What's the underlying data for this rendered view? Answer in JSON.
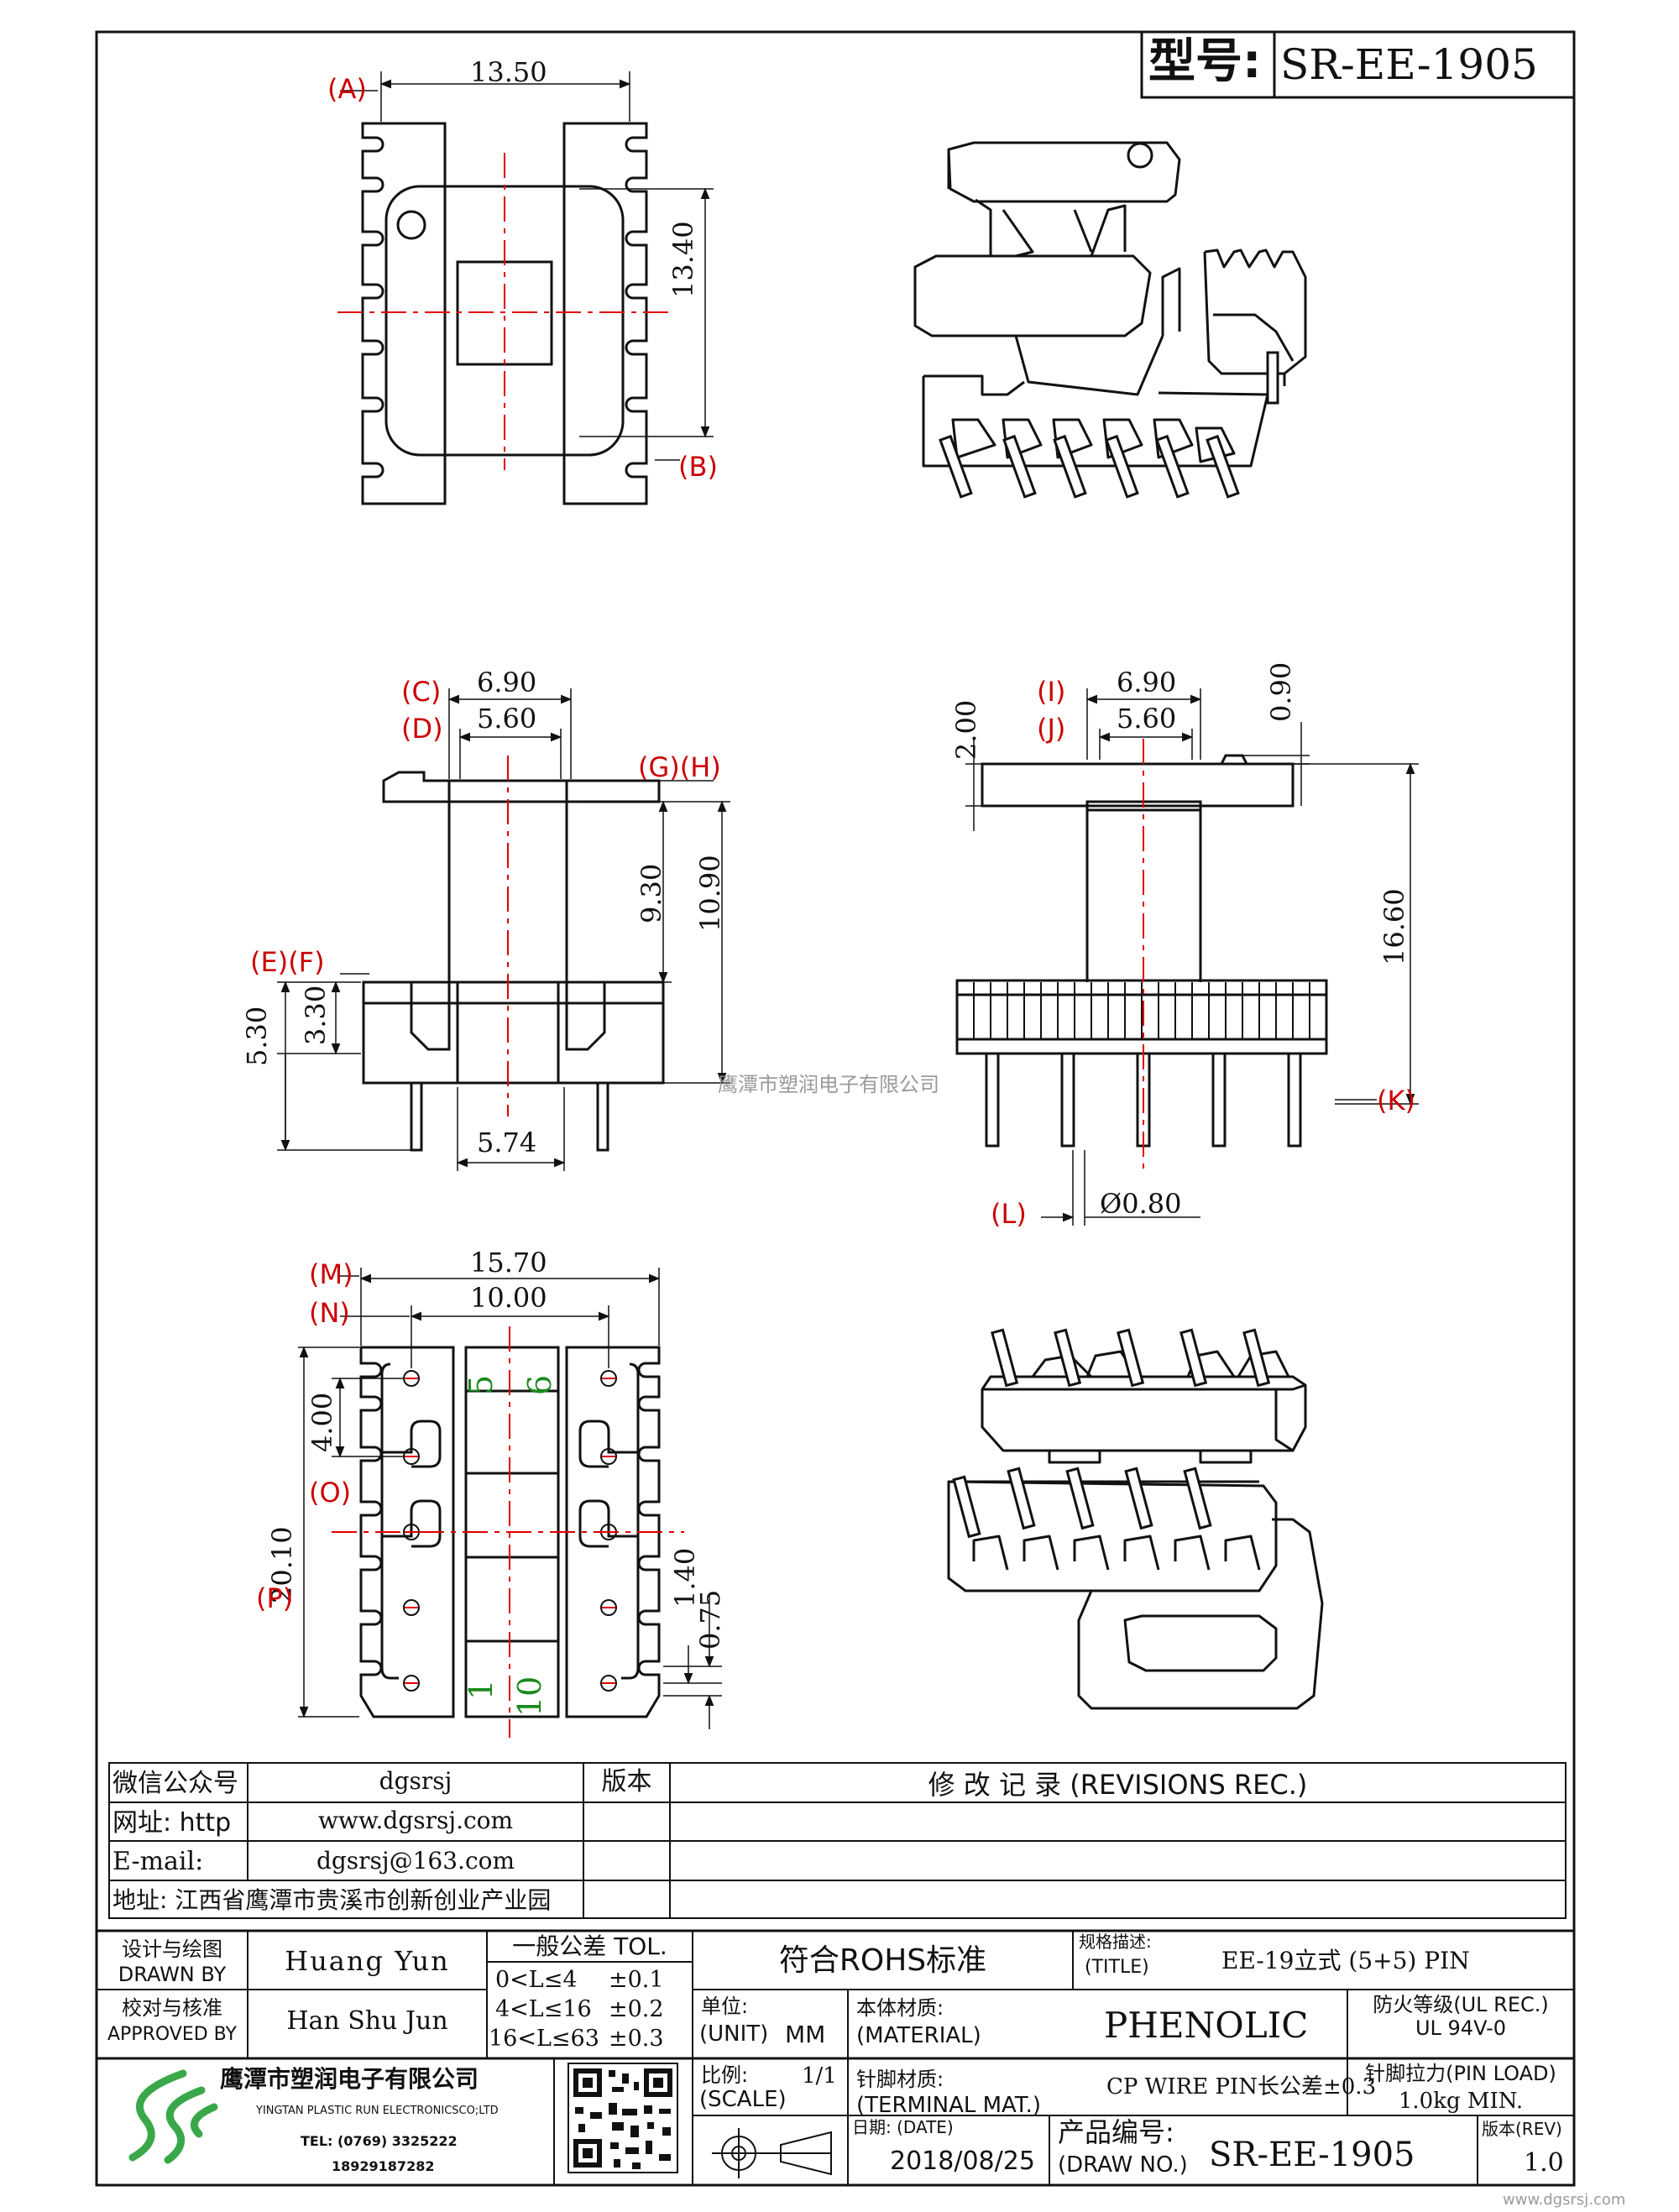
{
  "header": {
    "model_label": "型号:",
    "model_code": "SR-EE-1905"
  },
  "dims": {
    "top": {
      "width": "13.50",
      "height": "13.40",
      "A": "(A)",
      "B": "(B)"
    },
    "front": {
      "C": "(C)",
      "D": "(D)",
      "GH": "(G)(H)",
      "EF": "(E)(F)",
      "d690": "6.90",
      "d560": "5.60",
      "d930": "9.30",
      "d1090": "10.90",
      "d530": "5.30",
      "d330": "3.30",
      "d574": "5.74"
    },
    "side": {
      "I": "(I)",
      "J": "(J)",
      "K": "(K)",
      "L": "(L)",
      "d690": "6.90",
      "d560": "5.60",
      "d200": "2.00",
      "d090": "0.90",
      "d1660": "16.60",
      "pin": "Ø0.80"
    },
    "bottom": {
      "M": "(M)",
      "N": "(N)",
      "O": "(O)",
      "P": "(P)",
      "d1570": "15.70",
      "d1000": "10.00",
      "d400": "4.00",
      "d2010": "20.10",
      "d140": "1.40",
      "d075": "0.75",
      "pin5": "5",
      "pin6": "6",
      "pin1": "1",
      "pin10": "10"
    }
  },
  "watermark": "鹰潭市塑润电子有限公司",
  "info": {
    "wechat_label": "微信公众号",
    "wechat_value": "dgsrsj",
    "web_label": "网址: http",
    "web_value": "www.dgsrsj.com",
    "email_label": "E-mail:",
    "email_value": "dgsrsj@163.com",
    "address": "地址: 江西省鹰潭市贵溪市创新创业产业园",
    "version_label": "版本",
    "revisions_title": "修 改 记 录 (REVISIONS REC.)"
  },
  "title_block": {
    "drawn_cn": "设计与绘图",
    "drawn_en": "DRAWN BY",
    "drawn_name": "Huang Yun",
    "approved_cn": "校对与核准",
    "approved_en": "APPROVED BY",
    "approved_name": "Han Shu Jun",
    "tol_title": "一般公差 TOL.",
    "tol_rows": [
      {
        "range": "0<L≤4",
        "value": "±0.1"
      },
      {
        "range": "4<L≤16",
        "value": "±0.2"
      },
      {
        "range": "16<L≤63",
        "value": "±0.3"
      }
    ],
    "rohs": "符合ROHS标准",
    "title_label_cn": "规格描述:",
    "title_label_en": "(TITLE)",
    "title_value": "EE-19立式 (5+5) PIN",
    "unit_label_cn": "单位:",
    "unit_label_en": "(UNIT)",
    "unit_value": "MM",
    "material_label_cn": "本体材质:",
    "material_label_en": "(MATERIAL)",
    "material_value": "PHENOLIC",
    "fire_label": "防火等级(UL REC.)",
    "fire_value": "UL 94V-0",
    "scale_label_cn": "比例:",
    "scale_label_en": "(SCALE)",
    "scale_value": "1/1",
    "terminal_label_cn": "针脚材质:",
    "terminal_label_en": "(TERMINAL MAT.)",
    "terminal_value": "CP WIRE  PIN长公差±0.3",
    "pin_load_label": "针脚拉力(PIN LOAD)",
    "pin_load_value": "1.0kg MIN.",
    "company_cn": "鹰潭市塑润电子有限公司",
    "company_en": "YINGTAN PLASTIC RUN ELECTRONICSCO;LTD",
    "tel": "TEL: (0769) 3325222",
    "mobile": "18929187282",
    "date_label": "日期: (DATE)",
    "date_value": "2018/08/25",
    "drawno_label_cn": "产品编号:",
    "drawno_label_en": "(DRAW NO.)",
    "drawno_value": "SR-EE-1905",
    "rev_label": "版本(REV)",
    "rev_value": "1.0"
  },
  "footer_site": "www.dgsrsj.com",
  "colors": {
    "line": "#111111",
    "center": "#e00000",
    "pin_number": "#1a8a1a",
    "logo": "#3aa84a"
  }
}
